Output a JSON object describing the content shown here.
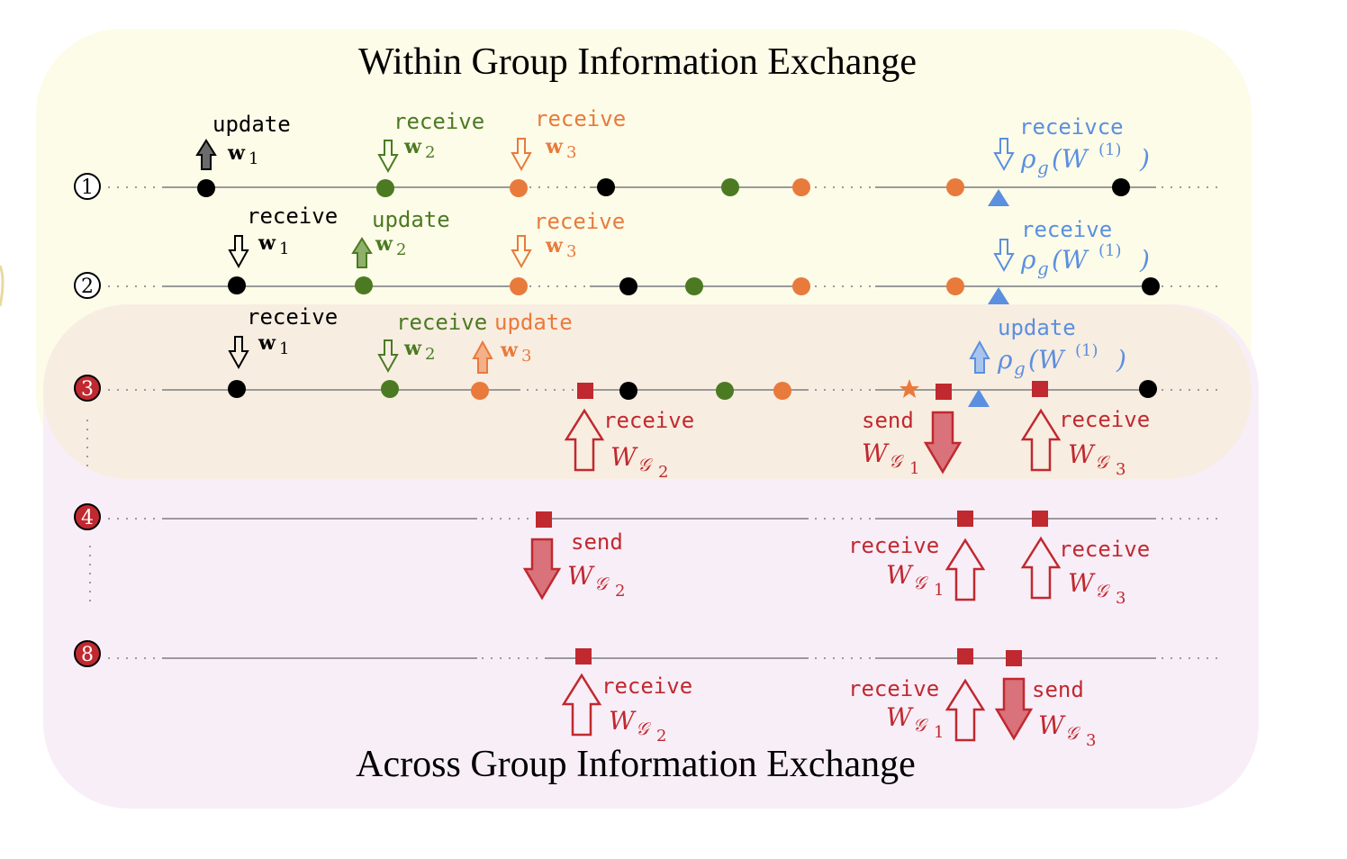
{
  "titles": {
    "within": "Within Group Information Exchange",
    "across": "Across Group Information Exchange"
  },
  "colors": {
    "within_bg": "#fdfce8",
    "across_bg": "#f8eef8",
    "overlap_bg": "#f8ede1",
    "black": "#000000",
    "green": "#4b7a22",
    "orange": "#e87a3c",
    "blue": "#5b8fe0",
    "red": "#c0292f",
    "line": "#9a9a9a"
  },
  "nodes": [
    {
      "id": "1",
      "label": "1",
      "filled": false
    },
    {
      "id": "2",
      "label": "2",
      "filled": false
    },
    {
      "id": "3",
      "label": "3",
      "filled": true
    },
    {
      "id": "4",
      "label": "4",
      "filled": true
    },
    {
      "id": "8",
      "label": "8",
      "filled": true
    }
  ],
  "labels": {
    "update": "update",
    "receive": "receive",
    "receivce": "receivce",
    "send": "send",
    "w1": "w",
    "w2": "w",
    "w3": "w",
    "w1_sub": "1",
    "w2_sub": "2",
    "w3_sub": "3",
    "rho": "ρ",
    "rho_sub": "g",
    "W_open": "(W",
    "W_sup": "(1)",
    "W_close": ")",
    "WG": "W",
    "G_sub": "𝒢",
    "G1": "1",
    "G2": "2",
    "G3": "3"
  },
  "icons": {
    "node": "circled-number-icon",
    "event": "dot-marker-icon",
    "group_event": "square-marker-icon",
    "aggregate": "triangle-marker-icon",
    "origin": "star-marker-icon",
    "arrow": "arrow-icon"
  }
}
